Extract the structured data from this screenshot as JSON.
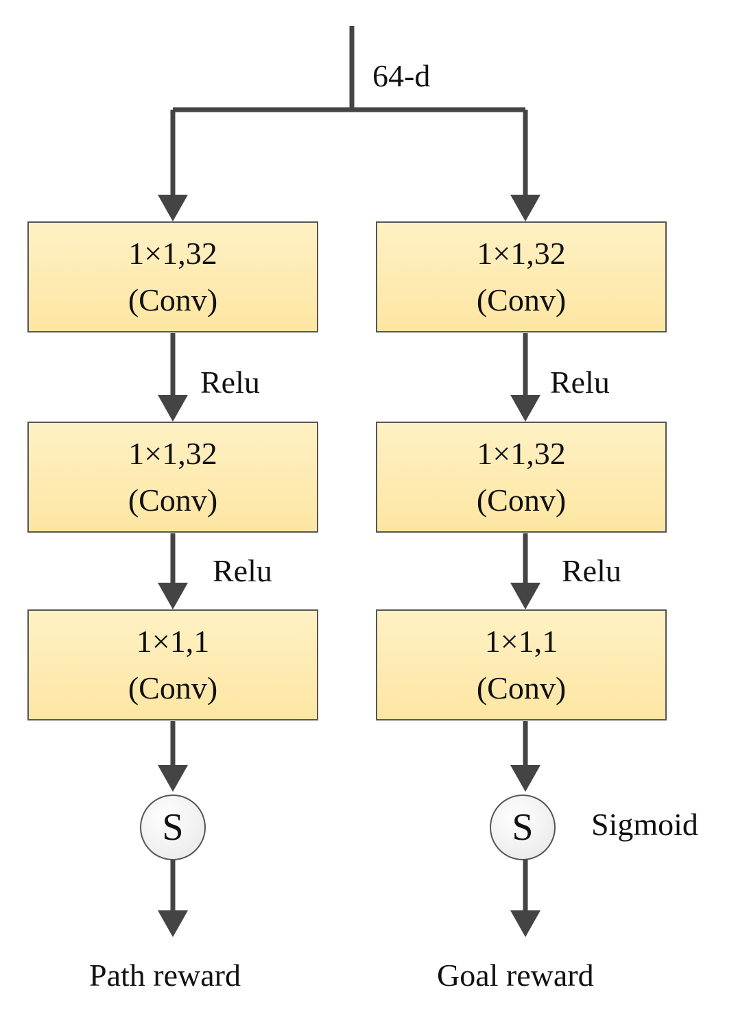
{
  "input_label": "64-d",
  "branches": [
    {
      "id": "path",
      "blocks": [
        {
          "line1": "1×1,32",
          "line2": "(Conv)"
        },
        {
          "line1": "1×1,32",
          "line2": "(Conv)"
        },
        {
          "line1": "1×1,1",
          "line2": "(Conv)"
        }
      ],
      "activations": [
        "Relu",
        "Relu"
      ],
      "sigmoid_symbol": "S",
      "output": "Path reward"
    },
    {
      "id": "goal",
      "blocks": [
        {
          "line1": "1×1,32",
          "line2": "(Conv)"
        },
        {
          "line1": "1×1,32",
          "line2": "(Conv)"
        },
        {
          "line1": "1×1,1",
          "line2": "(Conv)"
        }
      ],
      "activations": [
        "Relu",
        "Relu"
      ],
      "sigmoid_symbol": "S",
      "output": "Goal reward"
    }
  ],
  "sigmoid_label": "Sigmoid",
  "colors": {
    "line": "#444444",
    "box_top": "#fff1c4",
    "box_bottom": "#fde6a3",
    "box_border": "#555555"
  }
}
